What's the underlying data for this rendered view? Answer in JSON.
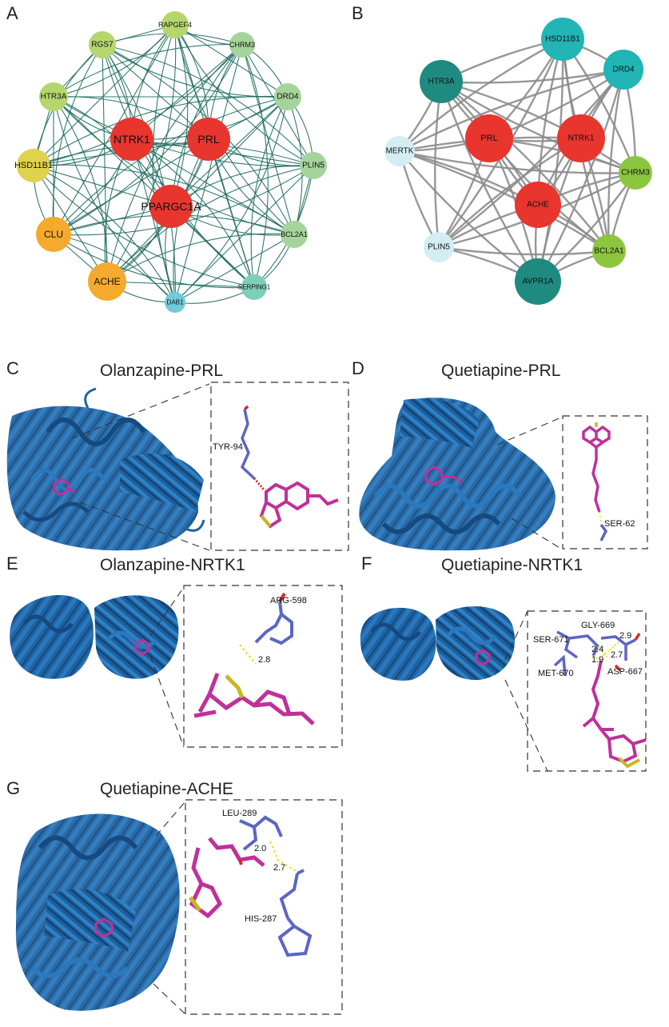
{
  "network_a": {
    "letter": "A",
    "colors": {
      "edge": "#1e6b5f"
    },
    "nodes": [
      {
        "id": "RAPGEF4",
        "color": "#b5d66c"
      },
      {
        "id": "RGS7",
        "color": "#b5d66c"
      },
      {
        "id": "CHRM3",
        "color": "#a5d49a"
      },
      {
        "id": "HTR3A",
        "color": "#b5d66c"
      },
      {
        "id": "DRD4",
        "color": "#a5d49a"
      },
      {
        "id": "NTRK1",
        "color": "#e8352e"
      },
      {
        "id": "PRL",
        "color": "#e8352e"
      },
      {
        "id": "HSD11B1",
        "color": "#dfd24c"
      },
      {
        "id": "PLIN5",
        "color": "#a5d49a"
      },
      {
        "id": "PPARGC1A",
        "color": "#e8352e"
      },
      {
        "id": "CLU",
        "color": "#f6aa2d"
      },
      {
        "id": "BCL2A1",
        "color": "#a5d49a"
      },
      {
        "id": "ACHE",
        "color": "#f6aa2d"
      },
      {
        "id": "SERPING1",
        "color": "#7ecfb8"
      },
      {
        "id": "DAB1",
        "color": "#6fcbd8"
      }
    ]
  },
  "network_b": {
    "letter": "B",
    "colors": {
      "edge": "#8c8c8c"
    },
    "nodes": [
      {
        "id": "HSD11B1",
        "color": "#21b5b5"
      },
      {
        "id": "HTR3A",
        "color": "#1f8a7f"
      },
      {
        "id": "DRD4",
        "color": "#21b5b5"
      },
      {
        "id": "MERTK",
        "color": "#d3edf3"
      },
      {
        "id": "PRL",
        "color": "#e8352e"
      },
      {
        "id": "NTRK1",
        "color": "#e8352e"
      },
      {
        "id": "CHRM3",
        "color": "#8cc63f"
      },
      {
        "id": "ACHE",
        "color": "#e8352e"
      },
      {
        "id": "PLIN5",
        "color": "#d3edf3"
      },
      {
        "id": "BCL2A1",
        "color": "#8cc63f"
      },
      {
        "id": "AVPR1A",
        "color": "#1f8a7f"
      }
    ]
  },
  "panels": [
    {
      "letter": "C",
      "title": "Olanzapine-PRL",
      "residues": [
        "TYR-94"
      ],
      "distances": []
    },
    {
      "letter": "D",
      "title": "Quetiapine-PRL",
      "residues": [
        "SER-62"
      ],
      "distances": []
    },
    {
      "letter": "E",
      "title": "Olanzapine-NRTK1",
      "residues": [
        "ARG-598"
      ],
      "distances": [
        "2.8"
      ]
    },
    {
      "letter": "F",
      "title": "Quetiapine-NRTK1",
      "residues": [
        "GLY-669",
        "SER-671",
        "MET-670",
        "ASP-667"
      ],
      "distances": [
        "2.9",
        "2.4",
        "2.7",
        "1.9"
      ]
    },
    {
      "letter": "G",
      "title": "Quetiapine-ACHE",
      "residues": [
        "LEU-289",
        "HIS-287"
      ],
      "distances": [
        "2.0",
        "2.7"
      ]
    }
  ],
  "colors": {
    "protein": "#1f63a3",
    "protein_dark": "#154a80",
    "ligand": "#c0309a",
    "residue": "#5b66c4",
    "sulfur": "#c8b820",
    "oxygen": "#d42a2a",
    "hbond": "#e3e035"
  }
}
